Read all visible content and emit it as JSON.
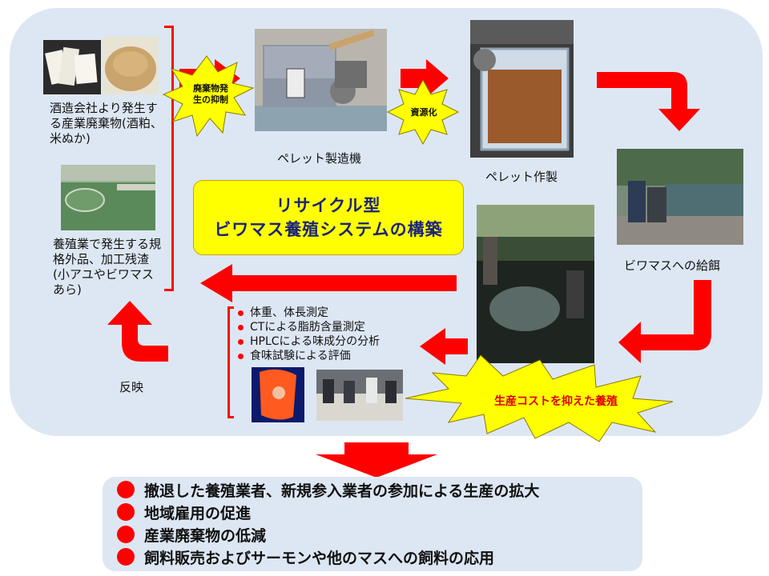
{
  "title_box": {
    "line1": "リサイクル型",
    "line2": "ビワマス養殖システムの構築"
  },
  "labels": {
    "source1": "酒造会社より発生する産業廃棄物(酒粕、米ぬか)",
    "source2": "養殖業で発生する規格外品、加工残渣(小アユやビワマスあら)",
    "pellet_machine": "ペレット製造機",
    "pellet_make": "ペレット作製",
    "feeding": "ビワマスへの給餌",
    "feedback": "反映"
  },
  "starbursts": {
    "waste": "廃棄物発生の抑制",
    "resource": "資源化",
    "cost": "生産コストを抑えた養殖"
  },
  "measurements": [
    "体重、体長測定",
    "CTによる脂肪含量測定",
    "HPLCによる味成分の分析",
    "食味試験による評価"
  ],
  "outcomes": [
    "撤退した養殖業者、新規参入業者の参加による生産の拡大",
    "地域雇用の促進",
    "産業廃棄物の低減",
    "飼料販売およびサーモンや他のマスへの飼料の応用"
  ],
  "colors": {
    "accent": "#ff0000",
    "highlight": "#ffff00",
    "panel": "#dde7f3",
    "title_text": "#1a237e"
  }
}
